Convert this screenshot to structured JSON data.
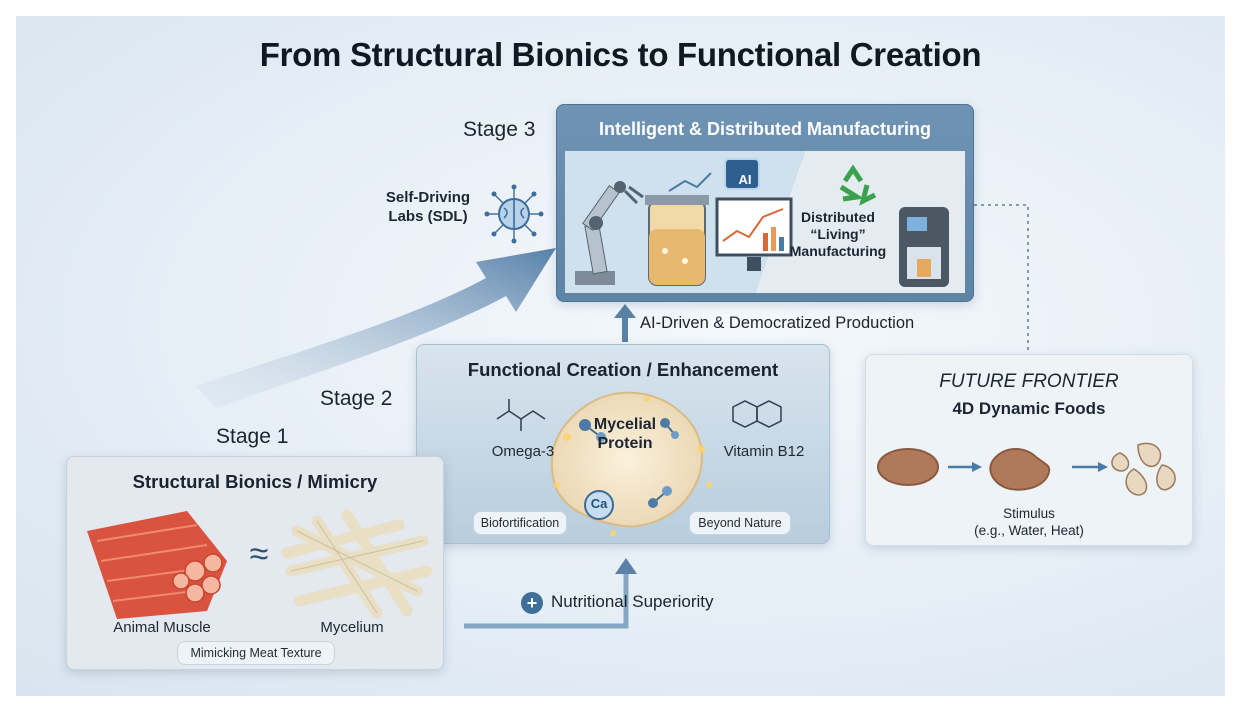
{
  "title": "From Structural Bionics to Functional Creation",
  "stages": {
    "stage1": "Stage 1",
    "stage2": "Stage 2",
    "stage3": "Stage 3"
  },
  "stage1_box": {
    "title": "Structural Bionics / Mimicry",
    "left_label": "Animal Muscle",
    "right_label": "Mycelium",
    "approx_symbol": "≈",
    "footer": "Mimicking Meat Texture"
  },
  "stage2_box": {
    "title": "Functional Creation / Enhancement",
    "left_nutrient": "Omega-3",
    "right_nutrient": "Vitamin B12",
    "center_line1": "Mycelial",
    "center_line2": "Protein",
    "mineral": "Ca",
    "left_tag": "Biofortification",
    "right_tag": "Beyond Nature"
  },
  "stage3_box": {
    "title": "Intelligent & Distributed Manufacturing",
    "ai_chip": "AI",
    "distributed_line1": "Distributed",
    "distributed_line2": "“Living”",
    "distributed_line3": "Manufacturing"
  },
  "self_driving_labs": {
    "line1": "Self-Driving",
    "line2": "Labs (SDL)"
  },
  "transitions": {
    "to_stage3": "AI-Driven & Democratized Production",
    "to_stage2": "Nutritional Superiority",
    "plus_symbol": "+"
  },
  "future_frontier": {
    "heading": "FUTURE FRONTIER",
    "subheading": "4D Dynamic Foods",
    "stimulus_line1": "Stimulus",
    "stimulus_line2": "(e.g., Water, Heat)"
  },
  "colors": {
    "accent_blue": "#4a7aa6",
    "stage3_header": "#5e84a6",
    "muscle_red": "#d9533f",
    "mycelium_cream": "#ece3cc",
    "food_brown": "#b07a5a"
  }
}
